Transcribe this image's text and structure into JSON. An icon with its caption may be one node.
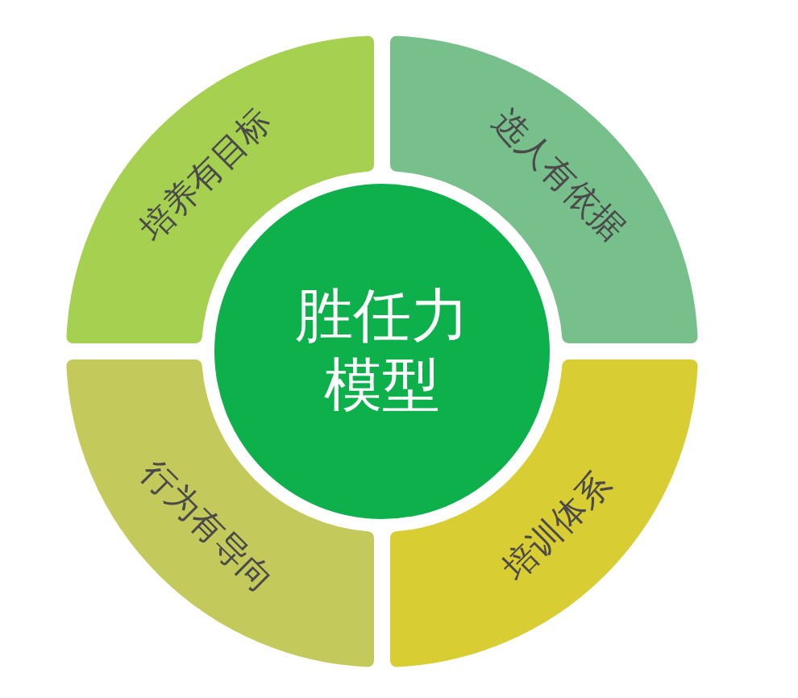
{
  "diagram": {
    "nodes": [
      {
        "text": [
          "胜任力模型"
        ]
      },
      {
        "text": [
          "培养有目标"
        ]
      },
      {
        "text": [
          "选人有依据"
        ]
      },
      {
        "text": [
          "行为有导向"
        ]
      },
      {
        "text": [
          "培训体系"
        ]
      }
    ]
  }
}
